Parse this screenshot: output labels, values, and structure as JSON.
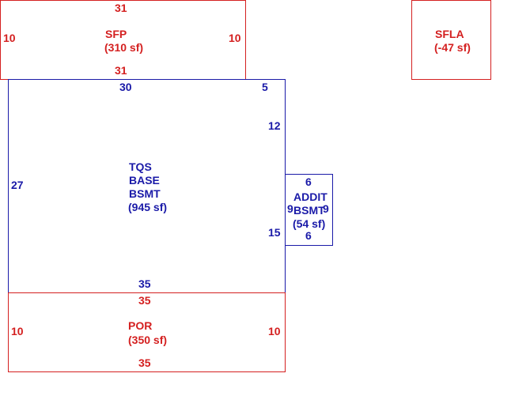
{
  "colors": {
    "red": "#d42020",
    "blue": "#1a1aa8"
  },
  "areas": {
    "sfp": {
      "name": "SFP",
      "area": "(310 sf)",
      "dims": {
        "top": "31",
        "bottom": "31",
        "left": "10",
        "right": "10"
      }
    },
    "sfla": {
      "name": "SFLA",
      "area": "(-47 sf)"
    },
    "base": {
      "name_lines": [
        "TQS",
        "BASE",
        "BSMT"
      ],
      "area": "(945 sf)",
      "dims": {
        "top": "30",
        "top_right": "5",
        "right_upper": "12",
        "left": "27",
        "right_lower": "15",
        "bottom": "35"
      }
    },
    "addit": {
      "name_lines": [
        "ADDIT",
        "BSMT"
      ],
      "area": "(54 sf)",
      "dims": {
        "top": "6",
        "bottom": "6",
        "left": "9",
        "right": "9"
      }
    },
    "por": {
      "name": "POR",
      "area": "(350 sf)",
      "dims": {
        "top": "35",
        "bottom": "35",
        "left": "10",
        "right": "10"
      }
    }
  }
}
